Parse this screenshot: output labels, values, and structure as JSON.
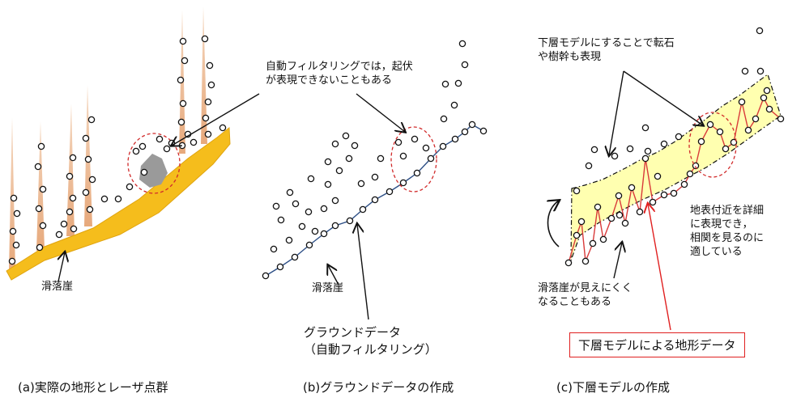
{
  "panel_a": {
    "scarp_label": "滑落崖"
  },
  "panel_b": {
    "annotation_line1": "自動フィルタリングでは，起伏",
    "annotation_line2": "が表現できないこともある",
    "scarp_label": "滑落崖",
    "ground_data_label_line1": "グラウンドデータ",
    "ground_data_label_line2": "（自動フィルタリング）"
  },
  "panel_c": {
    "annotation_top_line1": "下層モデルにすることで転石",
    "annotation_top_line2": "や樹幹も表現",
    "annotation_right_line1": "地表付近を詳細",
    "annotation_right_line2": "に表現でき，",
    "annotation_right_line3": "相関を見るのに",
    "annotation_right_line4": "適している",
    "scarp_label_line1": "滑落崖が見えにくく",
    "scarp_label_line2": "なることもある",
    "box_label": "下層モデルによる地形データ"
  },
  "captions": {
    "a": "(a)実際の地形とレーザ点群",
    "b": "(b)グラウンドデータの作成",
    "c": "(c)下層モデルの作成"
  },
  "colors": {
    "ground_fill": "#f5bd1c",
    "boulder": "#9a9a9a",
    "vegetation": "#e7a97c",
    "ground_line": "#2d4f86",
    "model_fill": "#ffffb0",
    "model_line": "#d93a3a",
    "highlight": "#d12b2b"
  }
}
